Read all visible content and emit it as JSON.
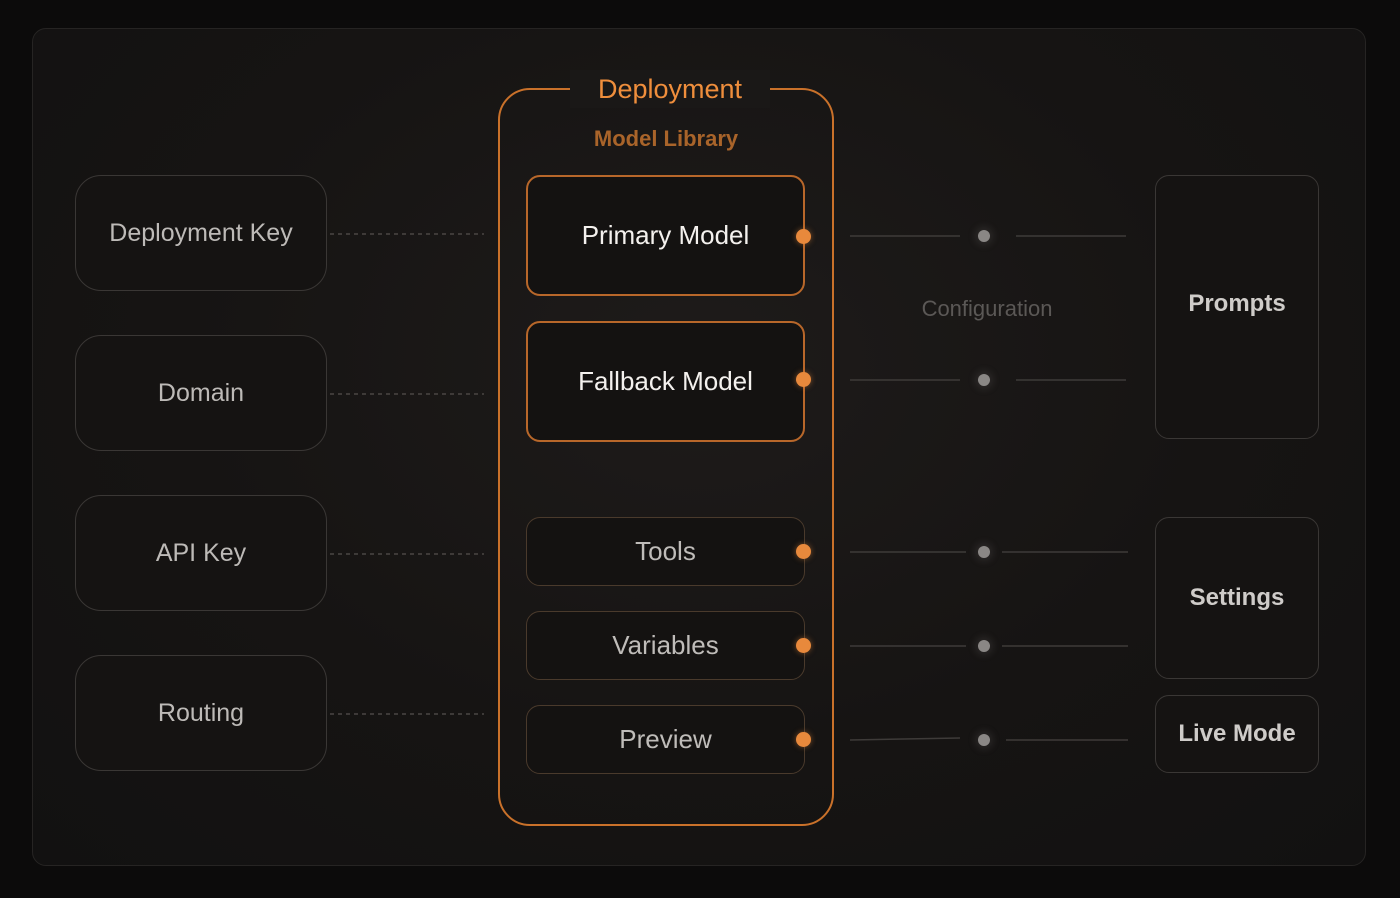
{
  "deployment": {
    "title": "Deployment",
    "library_title": "Model Library"
  },
  "left_items": [
    {
      "label": "Deployment Key"
    },
    {
      "label": "Domain"
    },
    {
      "label": "API Key"
    },
    {
      "label": "Routing"
    }
  ],
  "models": [
    {
      "label": "Primary Model"
    },
    {
      "label": "Fallback Model"
    }
  ],
  "modules": [
    {
      "label": "Tools"
    },
    {
      "label": "Variables"
    },
    {
      "label": "Preview"
    }
  ],
  "configuration_label": "Configuration",
  "right_items": [
    {
      "label": "Prompts"
    },
    {
      "label": "Settings"
    },
    {
      "label": "Live Mode"
    }
  ],
  "colors": {
    "accent": "#e8893c",
    "accent_border": "#c9712a",
    "background": "#0c0b0b"
  }
}
